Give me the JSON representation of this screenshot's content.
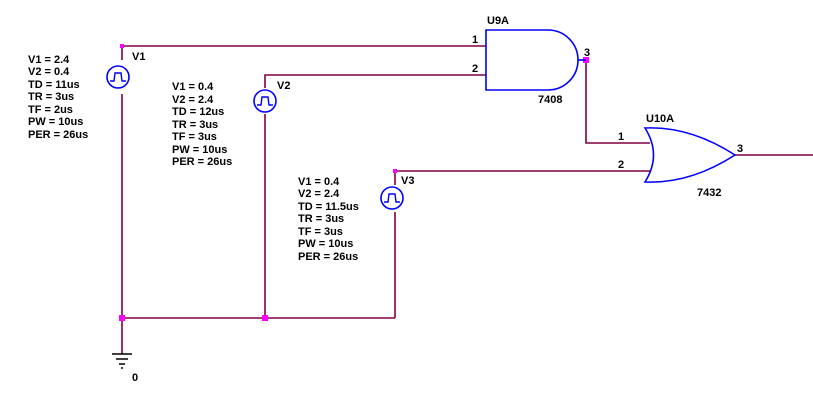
{
  "colors": {
    "wire": "#800040",
    "component": "#0000ff",
    "junction": "#ff00ff",
    "text": "#000000",
    "ground": "#000000"
  },
  "sources": [
    {
      "name": "V1",
      "params": [
        "V1 = 2.4",
        "V2 = 0.4",
        "TD = 11us",
        "TR = 3us",
        "TF = 2us",
        "PW = 10us",
        "PER = 26us"
      ]
    },
    {
      "name": "V2",
      "params": [
        "V1 = 0.4",
        "V2 = 2.4",
        "TD = 12us",
        "TR = 3us",
        "TF = 3us",
        "PW = 10us",
        "PER = 26us"
      ]
    },
    {
      "name": "V3",
      "params": [
        "V1 = 0.4",
        "V2 = 2.4",
        "TD = 11.5us",
        "TR = 3us",
        "TF = 3us",
        "PW = 10us",
        "PER = 26us"
      ]
    }
  ],
  "gates": [
    {
      "ref": "U9A",
      "part": "7408",
      "type": "and-gate",
      "pins": [
        "1",
        "2",
        "3"
      ]
    },
    {
      "ref": "U10A",
      "part": "7432",
      "type": "or-gate",
      "pins": [
        "1",
        "2",
        "3"
      ]
    }
  ],
  "ground": {
    "label": "0"
  }
}
